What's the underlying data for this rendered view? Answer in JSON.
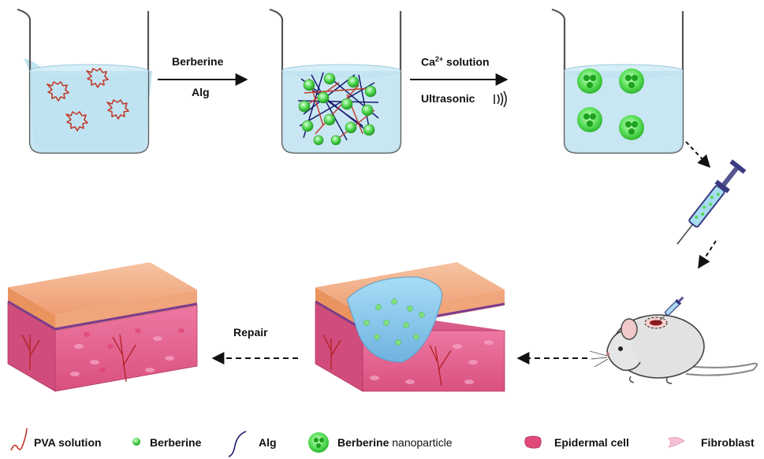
{
  "steps": {
    "step1_top": "Berberine",
    "step1_bottom": "Alg",
    "step2_top_prefix": "Ca",
    "step2_top_sup": "2+",
    "step2_top_suffix": " solution",
    "step2_bottom": "Ultrasonic",
    "repair": "Repair"
  },
  "legend": {
    "pva": "PVA solution",
    "berberine": "Berberine",
    "alg": "Alg",
    "nanoparticle_bold": "Berberine",
    "nanoparticle_rest": " nanoparticle",
    "epidermal": "Epidermal cell",
    "fibroblast": "Fibroblast"
  },
  "colors": {
    "liquid": "#bfe3f1",
    "glass": "#555555",
    "pva": "#c0392b",
    "berberine": "#4cd44c",
    "alg": "#1a1a6e",
    "skin_top": "#f0a57a",
    "skin_dermis": "#e5628f",
    "gel": "#8ec9ea"
  }
}
